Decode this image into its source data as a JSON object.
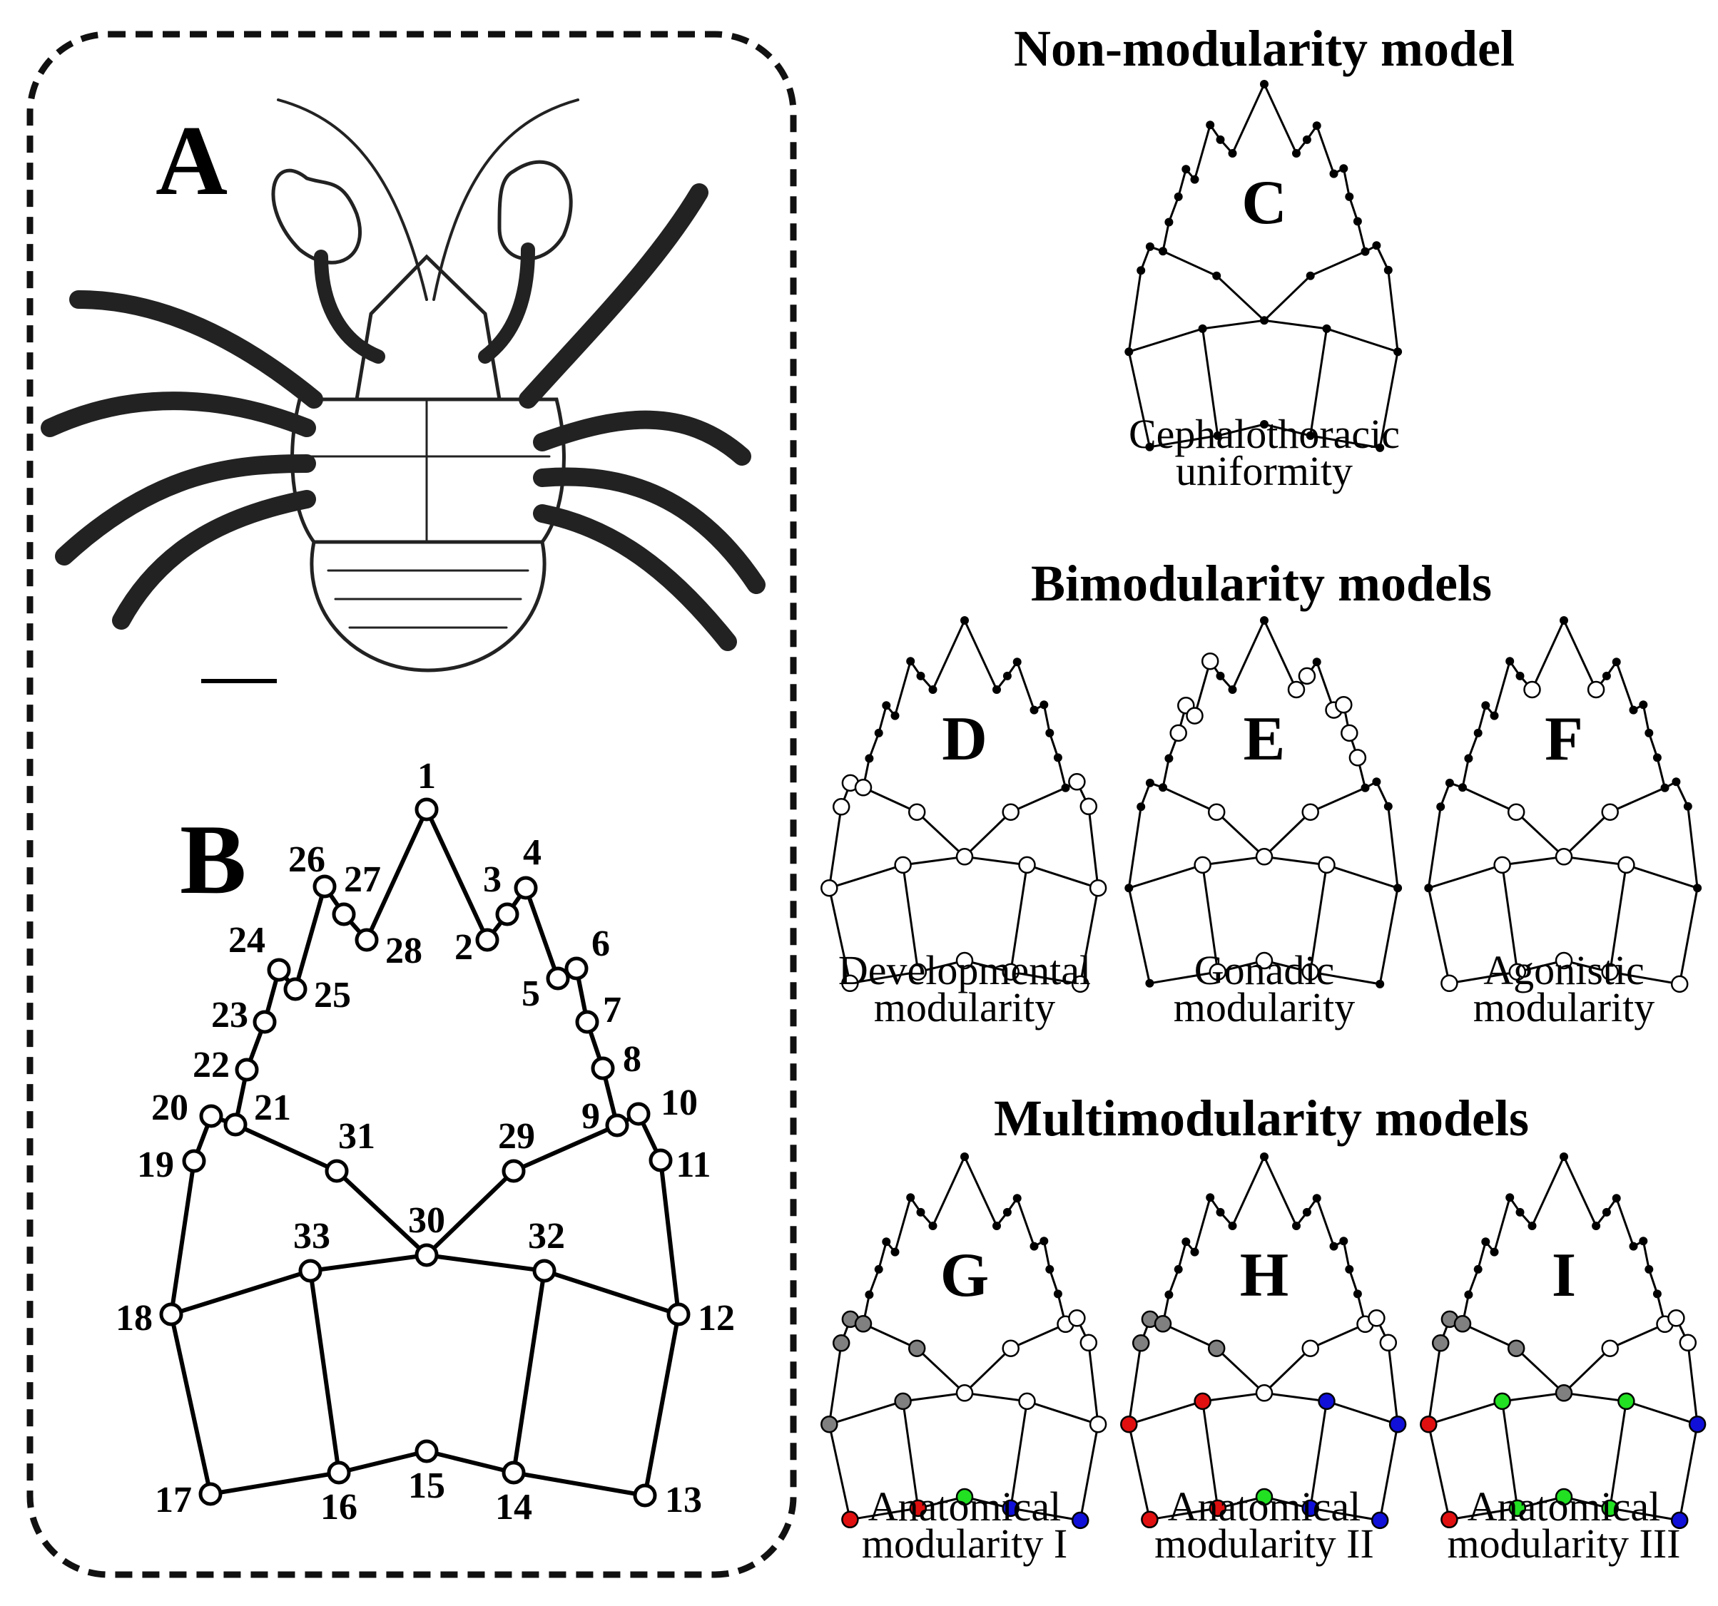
{
  "panels": {
    "A": "A",
    "B": "B",
    "C": "C",
    "D": "D",
    "E": "E",
    "F": "F",
    "G": "G",
    "H": "H",
    "I": "I"
  },
  "sections": {
    "non_modularity": "Non-modularity model",
    "bimodularity": "Bimodularity models",
    "multimodularity": "Multimodularity models"
  },
  "captions": {
    "C": [
      "Cephalothoracic",
      "uniformity"
    ],
    "D": [
      "Developmental",
      "modularity"
    ],
    "E": [
      "Gonadic",
      "modularity"
    ],
    "F": [
      "Agonistic",
      "modularity"
    ],
    "G": [
      "Anatomical",
      "modularity I"
    ],
    "H": [
      "Anatomical",
      "modularity II"
    ],
    "I": [
      "Anatomical",
      "modularity III"
    ]
  },
  "landmark_labels": [
    "1",
    "2",
    "3",
    "4",
    "5",
    "6",
    "7",
    "8",
    "9",
    "10",
    "11",
    "12",
    "13",
    "14",
    "15",
    "16",
    "17",
    "18",
    "19",
    "20",
    "21",
    "22",
    "23",
    "24",
    "25",
    "26",
    "27",
    "28",
    "29",
    "30",
    "31",
    "32",
    "33"
  ],
  "colors": {
    "black": "#000000",
    "white": "#ffffff",
    "gray": "#808080",
    "red": "#e01010",
    "green": "#22e022",
    "blue": "#1010d8"
  },
  "models": {
    "C": {
      "big": "",
      "small": "all"
    },
    "D": {
      "big": "white: 10,11,12,13,14,15,16,17,18,19,20,21,29,30,31,32,33",
      "small": "black: 1-9,22-28"
    },
    "E": {
      "big": "white: 2,3,5,6,7,8,23,24,25,26,29,30,31,32,33",
      "small": "black: remaining"
    },
    "F": {
      "big": "white: 2,28,29,30,31,32,33,14,15,16,13,17",
      "small": "black: remaining"
    },
    "G": {
      "gray": "18,19,20,21,31,33",
      "white": "9,10,11,12,29,30,32",
      "red": "16,17",
      "green": "15",
      "blue": "13,14"
    },
    "H": {
      "gray": "19,20,21,31",
      "white": "9,10,11,29,30",
      "red": "16,17,18,33",
      "green": "15",
      "blue": "12,13,14,32"
    },
    "I": {
      "gray": "19,20,21,30,31",
      "white": "9,10,11,29",
      "red": "17,18",
      "green": "14,15,16,32,33",
      "blue": "12,13"
    }
  }
}
